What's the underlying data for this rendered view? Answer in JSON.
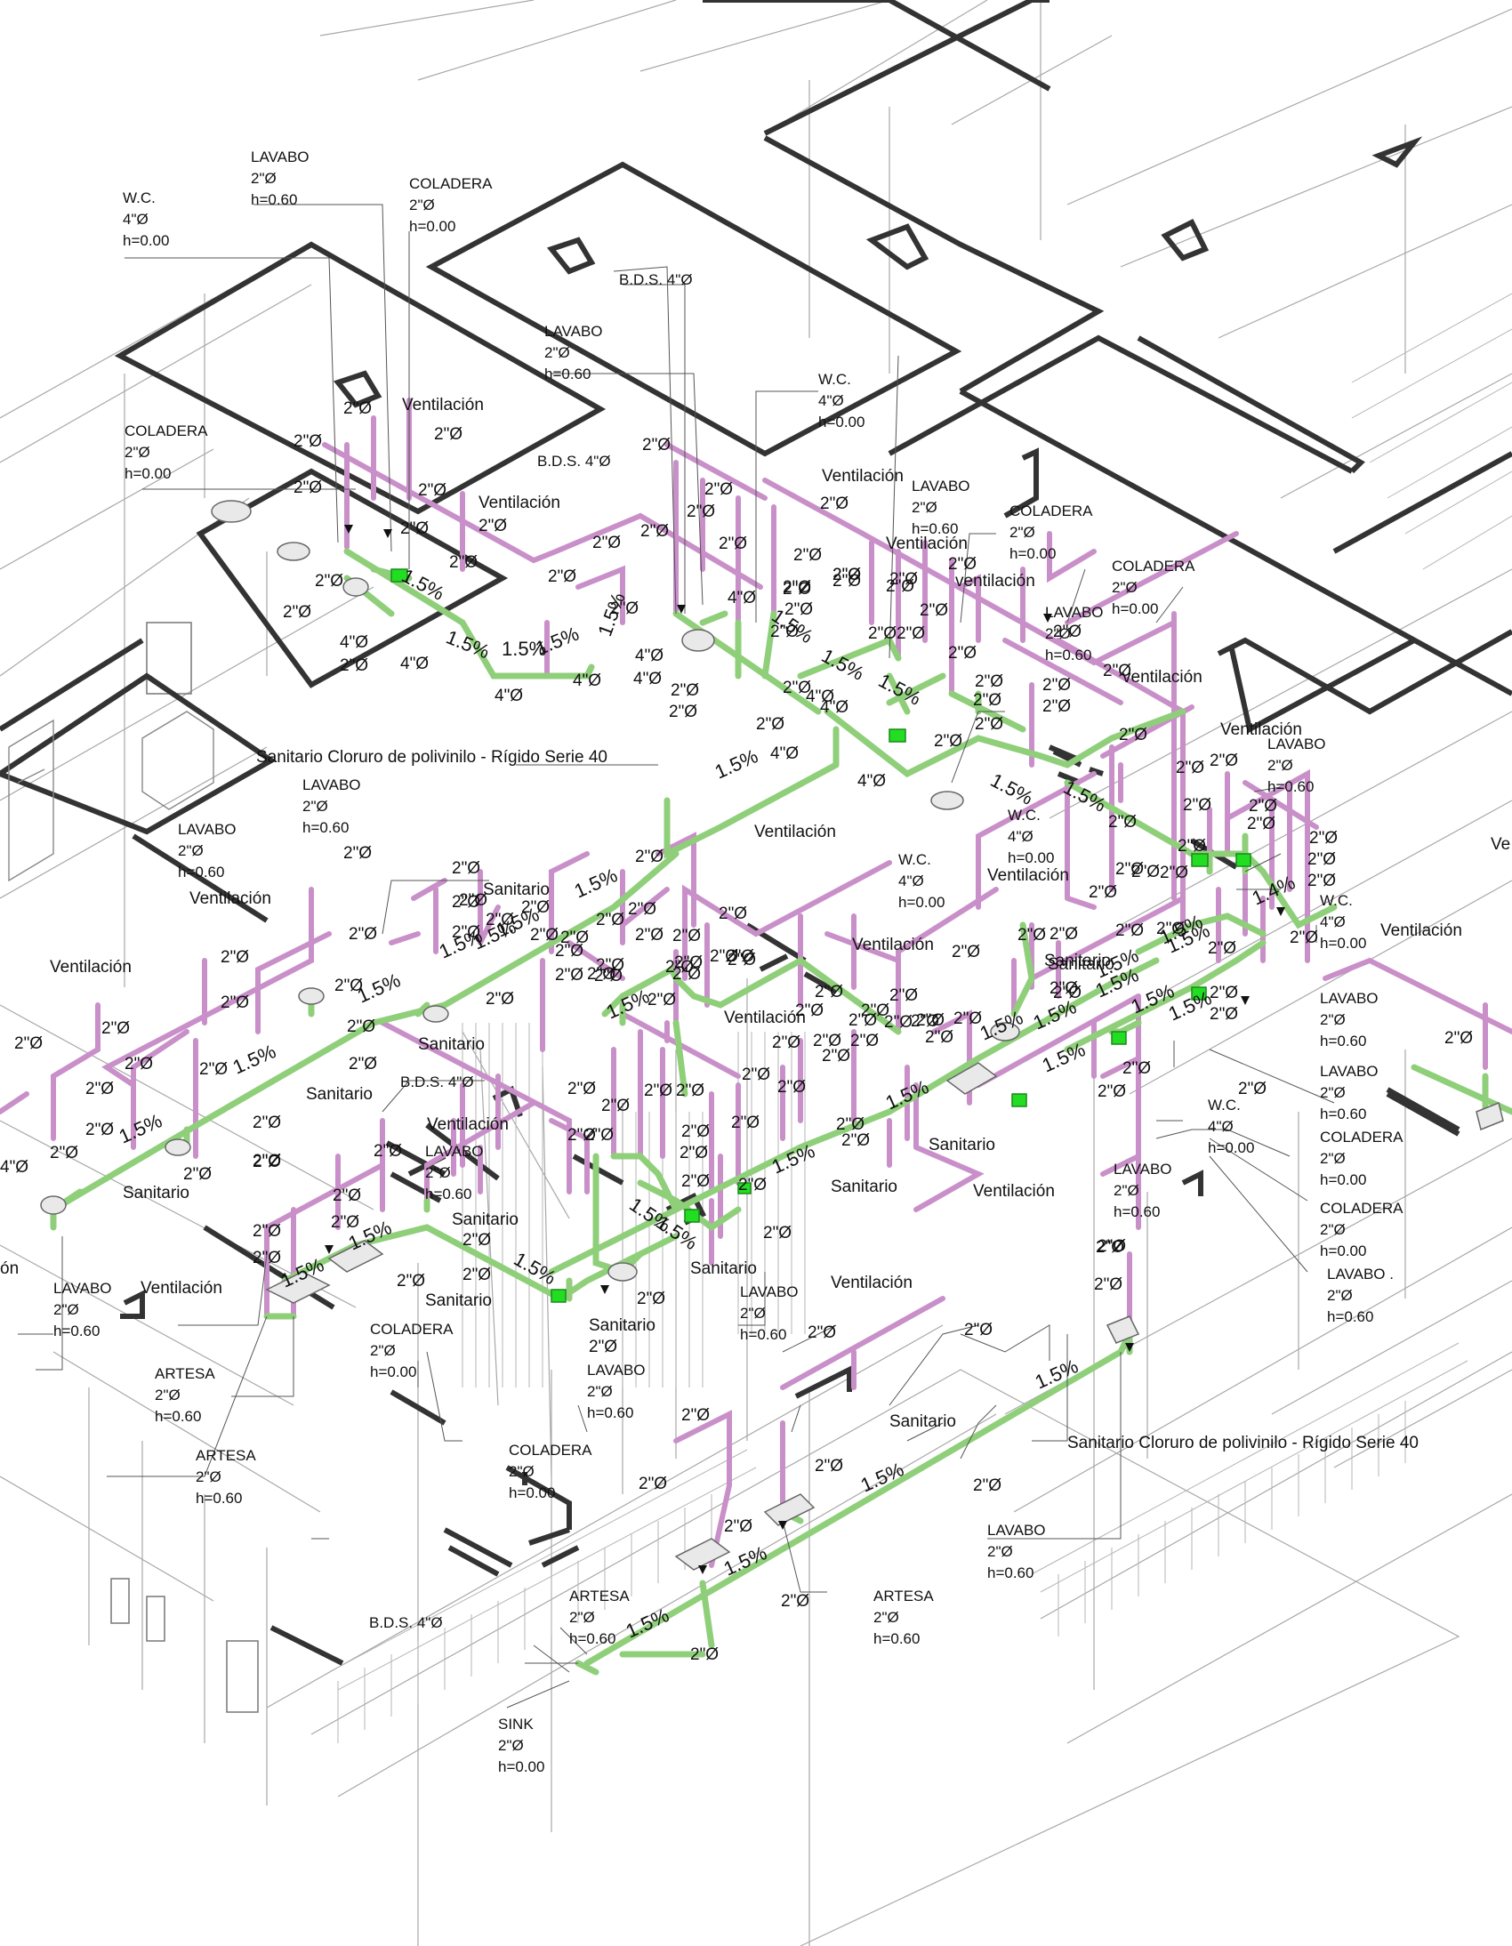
{
  "labels": {
    "lav_a": [
      "LAVABO",
      "2\"Ø",
      "h=0.60"
    ],
    "wc_a": [
      "W.C.",
      "4\"Ø",
      "h=0.00"
    ],
    "col_a": [
      "COLADERA",
      "2\"Ø",
      "h=0.00"
    ],
    "lav_b": [
      "LAVABO",
      "2\"Ø",
      "h=0.60"
    ],
    "col_b": [
      "COLADERA",
      "2\"Ø",
      "h=0.00"
    ],
    "wc_b": [
      "W.C.",
      "4\"Ø",
      "h=0.00"
    ],
    "lav_c": [
      "LAVABO",
      "2\"Ø",
      "h=0.60"
    ],
    "col_c": [
      "COLADERA",
      "2\"Ø",
      "h=0.00"
    ],
    "col_d": [
      "COLADERA",
      "2\"Ø",
      "h=0.00"
    ],
    "lav_d": [
      "LAVABO",
      "2\"Ø",
      "h=0.60"
    ],
    "lav_e": [
      "LAVABO",
      "2\"Ø",
      "h=0.60"
    ],
    "lav_f": [
      "LAVABO",
      "2\"Ø",
      "h=0.60"
    ],
    "lav_g": [
      "LAVABO",
      "2\"Ø",
      "h=0.60"
    ],
    "wc_c": [
      "W.C.",
      "4\"Ø",
      "h=0.00"
    ],
    "wc_d": [
      "W.C.",
      "4\"Ø",
      "h=0.00"
    ],
    "wc_e": [
      "W.C.",
      "4\"Ø",
      "h=0.00"
    ],
    "wc_f": [
      "W.C.",
      "4\"Ø",
      "h=0.00"
    ],
    "lav_h": [
      "LAVABO",
      "2\"Ø",
      "h=0.60"
    ],
    "lav_i": [
      "LAVABO",
      "2\"Ø",
      "h=0.60"
    ],
    "col_e": [
      "COLADERA",
      "2\"Ø",
      "h=0.00"
    ],
    "col_f": [
      "COLADERA",
      "2\"Ø",
      "h=0.00"
    ],
    "lav_j": [
      "LAVABO .",
      "2\"Ø",
      "h=0.60"
    ],
    "lav_k": [
      "LAVABO",
      "2\"Ø",
      "h=0.60"
    ],
    "lav_l": [
      "LAVABO",
      "2\"Ø",
      "h=0.60"
    ],
    "lav_m": [
      "LAVABO",
      "2\"Ø",
      "h=0.60"
    ],
    "lav_n": [
      "LAVABO",
      "2\"Ø",
      "h=0.60"
    ],
    "lav_o": [
      "LAVABO",
      "2\"Ø",
      "h=0.60"
    ],
    "col_g": [
      "COLADERA",
      "2\"Ø",
      "h=0.00"
    ],
    "col_h": [
      "COLADERA",
      "2\"Ø",
      "h=0.00"
    ],
    "art_a": [
      "ARTESA",
      "2\"Ø",
      "h=0.60"
    ],
    "art_b": [
      "ARTESA",
      "2\"Ø",
      "h=0.60"
    ],
    "art_c": [
      "ARTESA",
      "2\"Ø",
      "h=0.60"
    ],
    "art_d": [
      "ARTESA",
      "2\"Ø",
      "h=0.60"
    ],
    "sink": [
      "SINK",
      "2\"Ø",
      "h=0.00"
    ],
    "lav_p": [
      "LAVABO",
      "2\"Ø",
      "h=0.60"
    ]
  },
  "single_labels": {
    "bds_1": "B.D.S. 4\"Ø",
    "bds_2": "B.D.S. 4\"Ø",
    "bds_3": "B.D.S. 4\"Ø",
    "bds_4": "B.D.S. 4\"Ø",
    "pipe_spec_1": "Sanitario Cloruro de polivinilo - Rígido Serie 40",
    "pipe_spec_2": "Sanitario Cloruro de polivinilo - Rígido Serie 40",
    "vent_1": "Ventilación",
    "vent_2": "Ventilación",
    "vent_3": "Ventilación",
    "vent_4": "Ventilación",
    "vent_5": "ventilación",
    "vent_6": "ventilación",
    "vent_7": "Ventilación",
    "vent_8": "Ventilación",
    "vent_9": "Ventilación",
    "vent_10": "Ventilación",
    "vent_11": "Ventilación",
    "vent_12": "Ventilación",
    "vent_13": "Ventilación",
    "vent_14": "Ventilación",
    "vent_15": "Ventilación",
    "vent_16": "Ventilación",
    "vent_17": "Ventilación",
    "vent_18": "Ventilación",
    "vent_19": "Ve",
    "vent_20": "ón",
    "san_1": "Sanitario",
    "san_2": "Sanitario",
    "san_3": "Sanitario",
    "san_4": "Sanitario",
    "san_5": "Sanitario",
    "san_6": "Sanitario",
    "san_7": "Sanitario",
    "san_8": "Sanitario",
    "san_9": "Sanitario",
    "san_10": "Sanitario",
    "san_11": "Sanitario",
    "san_12": "Sanitario",
    "san_13": "Sanitario"
  },
  "diameter_2in": "2\"Ø",
  "diameter_4in": "4\"Ø",
  "slope": "1.5%",
  "slope_alt": "1.4%",
  "cut_4in": "4\"Ø",
  "colors": {
    "vent_pipe": "#c98fc9",
    "vent_pipe_dark": "#9b5c9b",
    "sanitary_pipe": "#8fcf7a",
    "sanitary_pipe_dark": "#4e9a3c",
    "fitting_green": "#22dd22",
    "wall": "#333333",
    "thin_line": "#9a9a9a",
    "leader": "#444444"
  }
}
